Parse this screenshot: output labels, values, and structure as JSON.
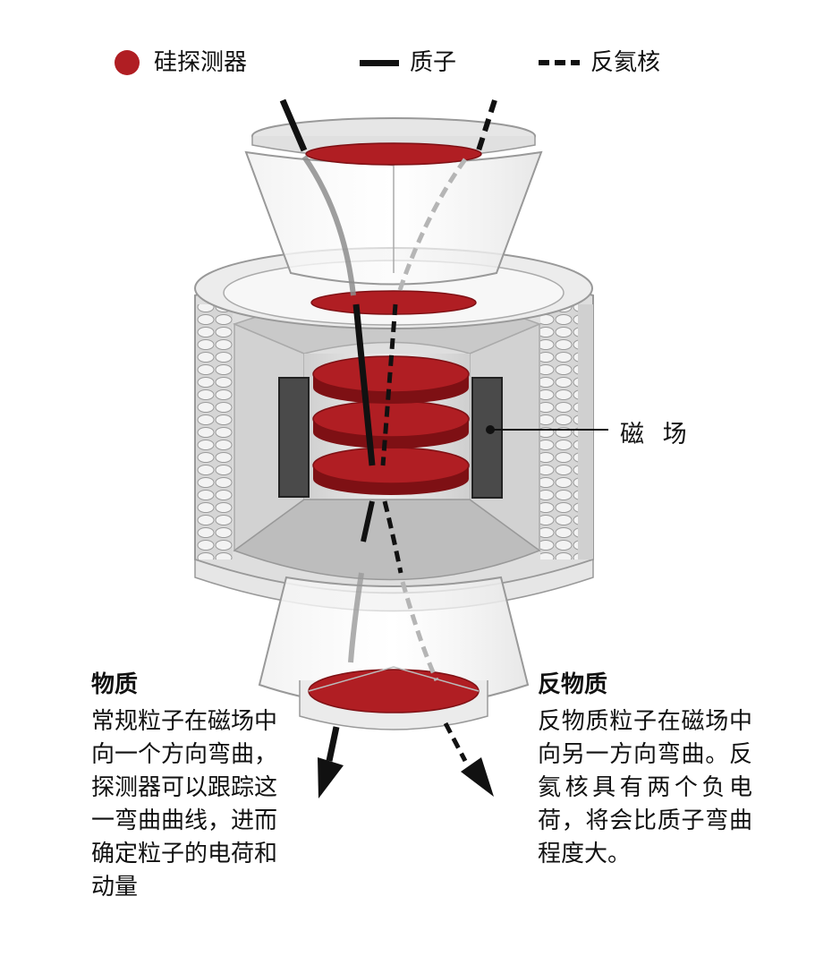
{
  "legend": {
    "detector_label": "硅探测器",
    "proton_label": "质子",
    "antihelium_label": "反氦核"
  },
  "callouts": {
    "magnetic_field": "磁 场"
  },
  "matter": {
    "title": "物质",
    "text": "常规粒子在磁场中向一个方向弯曲，探测器可以跟踪这一弯曲曲线，进而确定粒子的电荷和动量"
  },
  "antimatter": {
    "title": "反物质",
    "text": "反物质粒子在磁场中向另一方向弯曲。反氦核具有两个负电荷，将会比质子弯曲程度大。"
  },
  "colors": {
    "detector": "#b01e23",
    "detector_dark": "#7e1014",
    "proton": "#111111",
    "magnet": "#4a4a4a",
    "structure": "#d9d9d9"
  }
}
